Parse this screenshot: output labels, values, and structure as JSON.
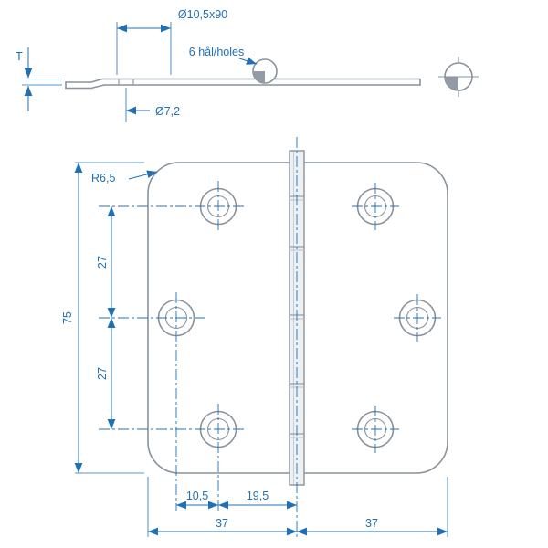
{
  "colors": {
    "dimension": "#2170b4",
    "outline": "#8a929b",
    "fill_dark": "#939ba4",
    "barrel_fill": "#edf0f4",
    "background": "#ffffff"
  },
  "side_view": {
    "hole_pattern_dim": "Ø10,5x90",
    "holes_note": "6 hål/holes",
    "thickness_label": "T",
    "small_hole_dim": "Ø7,2"
  },
  "front_view": {
    "corner_radius": "R6,5",
    "height_dim": "75",
    "hole_spacing_upper": "27",
    "hole_spacing_lower": "27",
    "hole_offset_inner": "10,5",
    "hole_offset_center": "19,5",
    "half_width_left": "37",
    "half_width_right": "37"
  }
}
